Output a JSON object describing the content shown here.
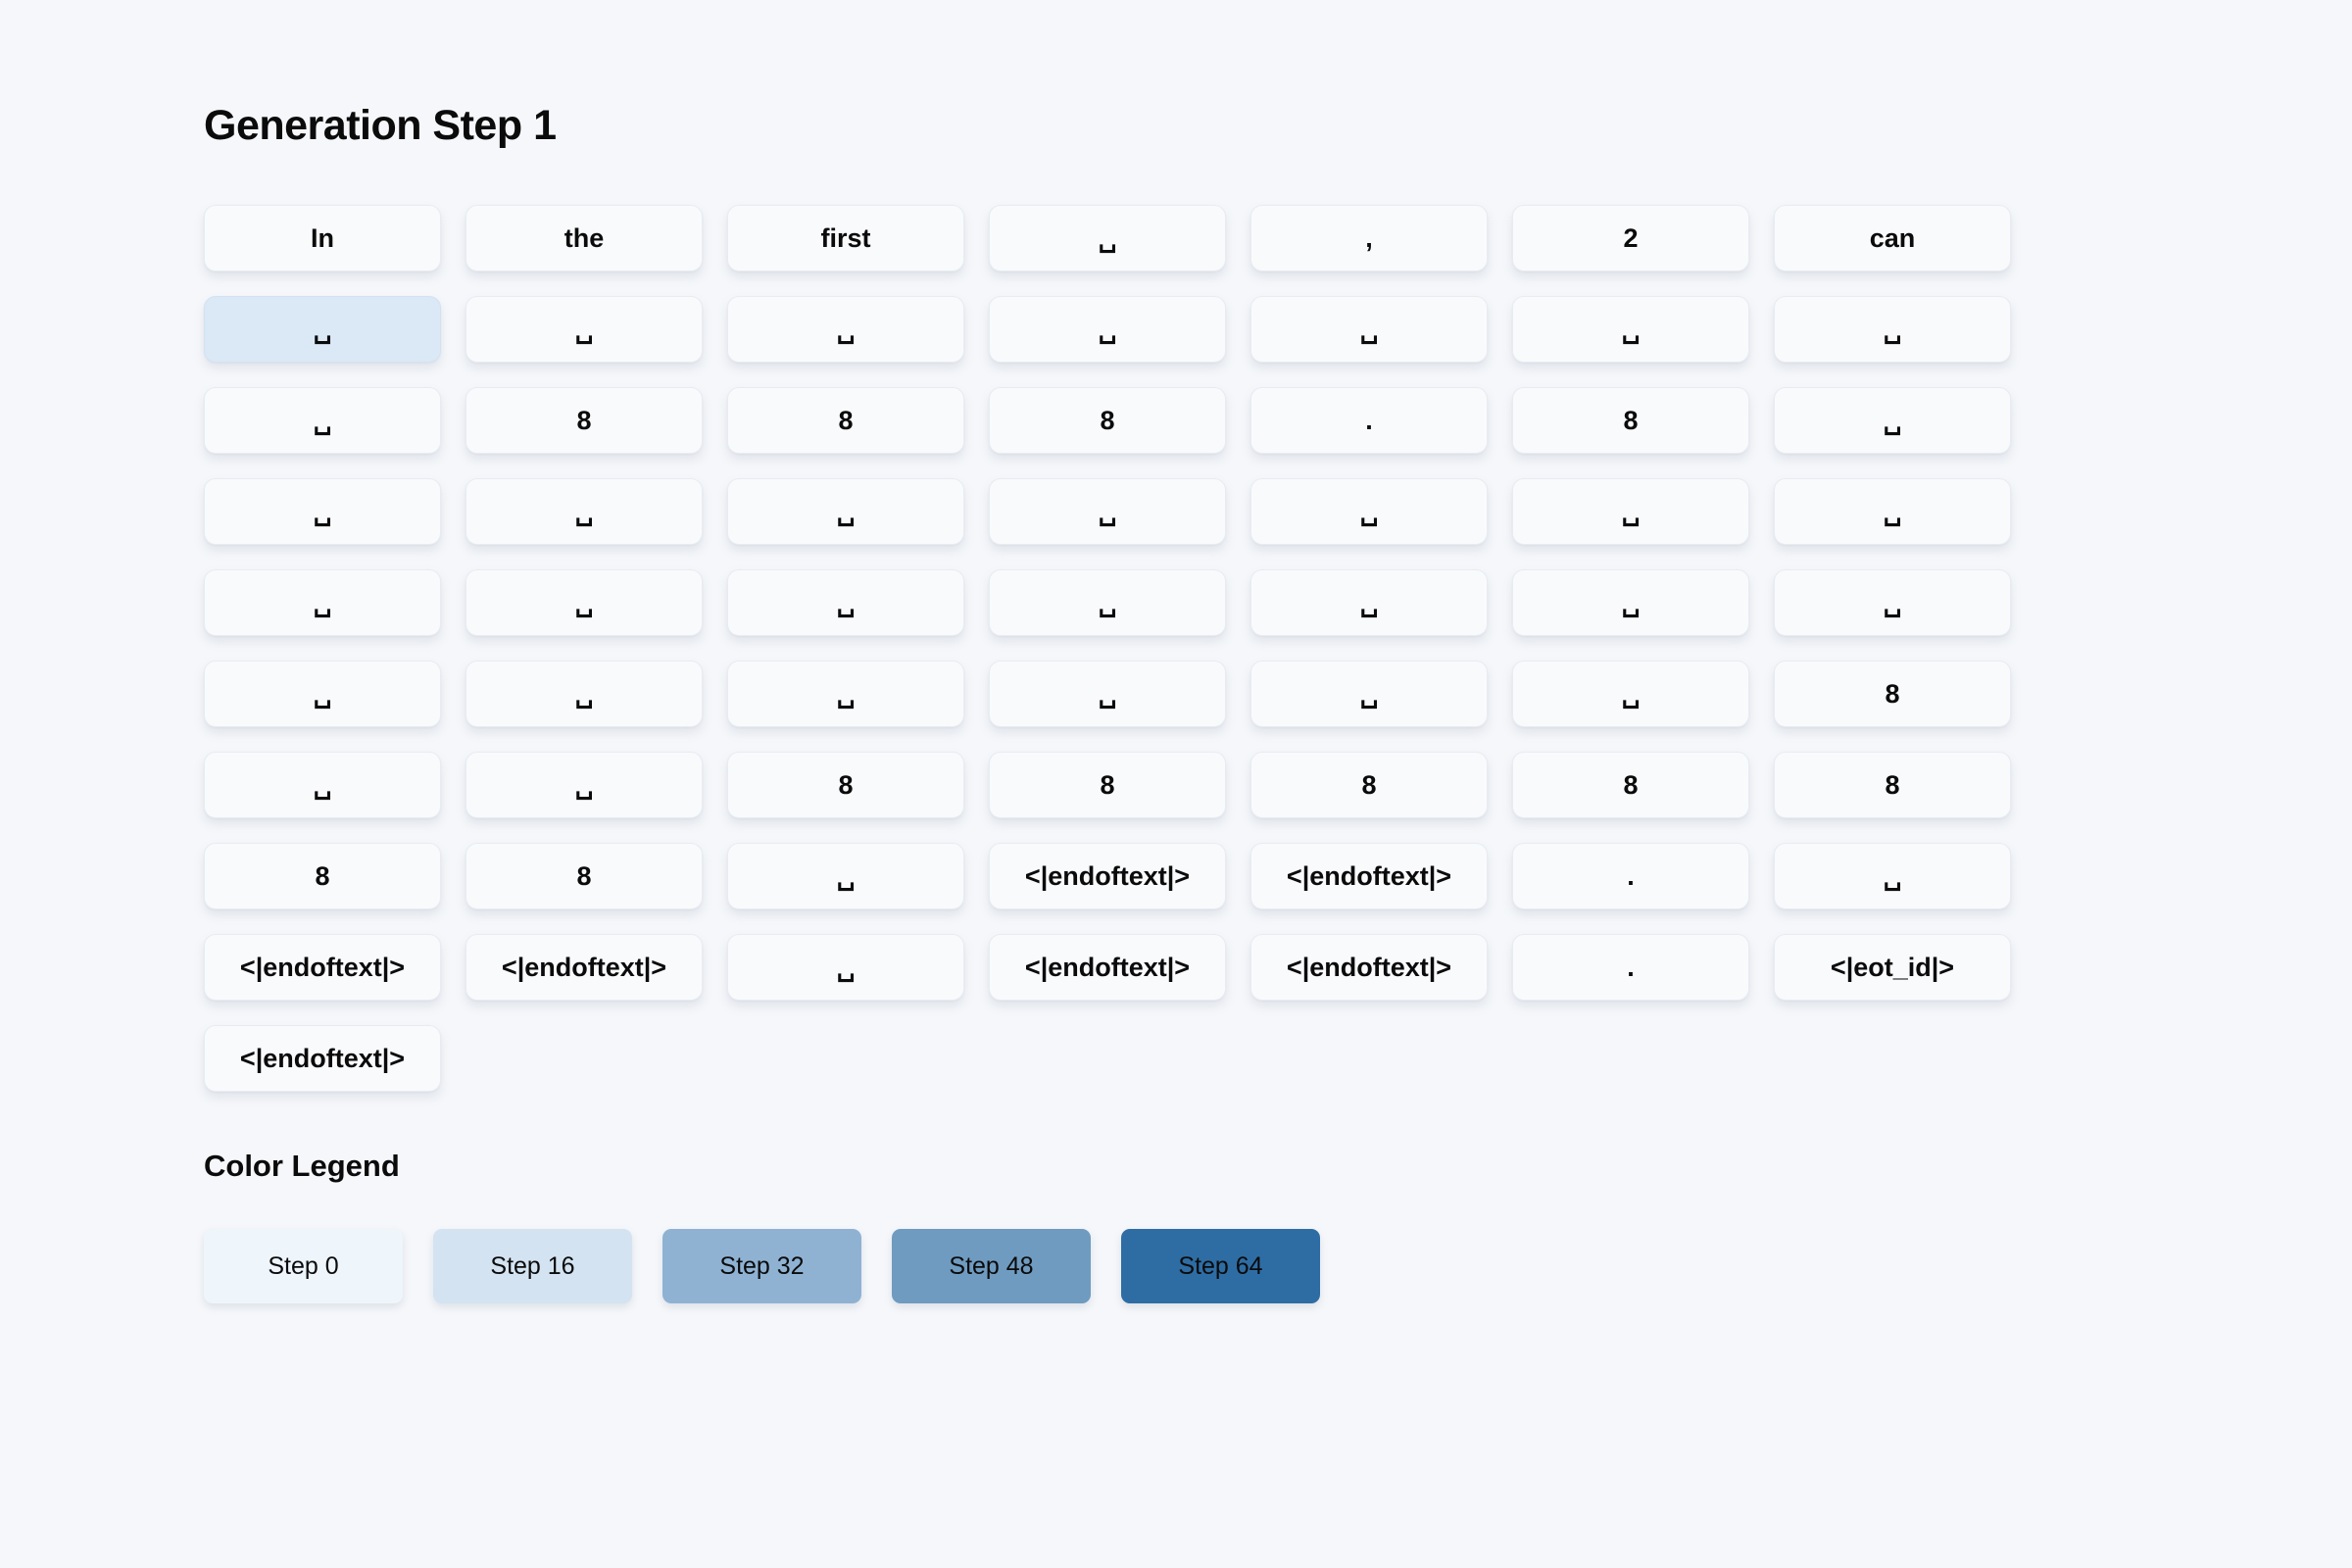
{
  "page": {
    "title": "Generation Step 1",
    "background_color": "#f5f7fa"
  },
  "grid": {
    "columns": 7,
    "rows": [
      [
        "In",
        "the",
        "first",
        "␣",
        ",",
        "2",
        "can"
      ],
      [
        "␣",
        "␣",
        "␣",
        "␣",
        "␣",
        "␣",
        "␣"
      ],
      [
        "␣",
        "8",
        "8",
        "8",
        ".",
        "8",
        "␣"
      ],
      [
        "␣",
        "␣",
        "␣",
        "␣",
        "␣",
        "␣",
        "␣"
      ],
      [
        "␣",
        "␣",
        "␣",
        "␣",
        "␣",
        "␣",
        "␣"
      ],
      [
        "␣",
        "␣",
        "␣",
        "␣",
        "␣",
        "␣",
        "8"
      ],
      [
        "␣",
        "␣",
        "8",
        "8",
        "8",
        "8",
        "8"
      ],
      [
        "8",
        "8",
        "␣",
        "<|endoftext|>",
        "<|endoftext|>",
        ".",
        "␣"
      ],
      [
        "<|endoftext|>",
        "<|endoftext|>",
        "␣",
        "<|endoftext|>",
        "<|endoftext|>",
        ".",
        "<|eot_id|>"
      ],
      [
        "<|endoftext|>"
      ]
    ],
    "highlighted_cell": {
      "row": 2,
      "col": 1,
      "step_label": "Step 16"
    }
  },
  "legend": {
    "title": "Color Legend",
    "items": [
      {
        "label": "Step 0",
        "color": "#eef5fb"
      },
      {
        "label": "Step 16",
        "color": "#d3e3f1"
      },
      {
        "label": "Step 32",
        "color": "#8fb2d3"
      },
      {
        "label": "Step 48",
        "color": "#6f9bc0"
      },
      {
        "label": "Step 64",
        "color": "#2e6da4"
      }
    ]
  },
  "colors": {
    "cell_bg": "#f9fafc",
    "cell_border": "#e8ecf2",
    "cell_highlight_bg": "#dbe8f6",
    "text": "#0b0b0c"
  }
}
